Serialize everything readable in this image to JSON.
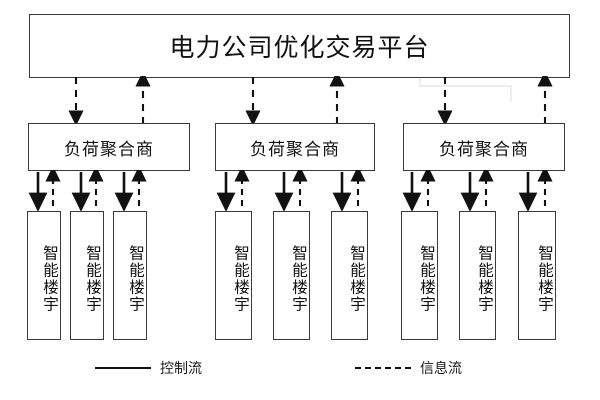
{
  "diagram": {
    "title_text": "电力公司优化交易平台",
    "platform": {
      "label": "电力公司优化交易平台"
    },
    "aggregators": [
      {
        "label": "负荷聚合商"
      },
      {
        "label": "负荷聚合商"
      },
      {
        "label": "负荷聚合商"
      }
    ],
    "buildings": [
      {
        "label": "智能楼宇"
      },
      {
        "label": "智能楼宇"
      },
      {
        "label": "智能楼宇"
      },
      {
        "label": "智能楼宇"
      },
      {
        "label": "智能楼宇"
      },
      {
        "label": "智能楼宇"
      },
      {
        "label": "智能楼宇"
      },
      {
        "label": "智能楼宇"
      },
      {
        "label": "智能楼宇"
      }
    ],
    "legend": {
      "control_flow_label": "控制流",
      "information_flow_label": "信息流"
    },
    "colors": {
      "stroke": "#3a3a3a",
      "arrow": "#111111",
      "background": "#ffffff",
      "artifact": "#dfe6ef"
    },
    "flows": {
      "platform_to_aggregator": "information-flow-dashed-down",
      "aggregator_to_platform": "information-flow-dashed-up",
      "aggregator_to_building": "control-flow-solid-down",
      "building_to_aggregator": "information-flow-dashed-up"
    }
  }
}
